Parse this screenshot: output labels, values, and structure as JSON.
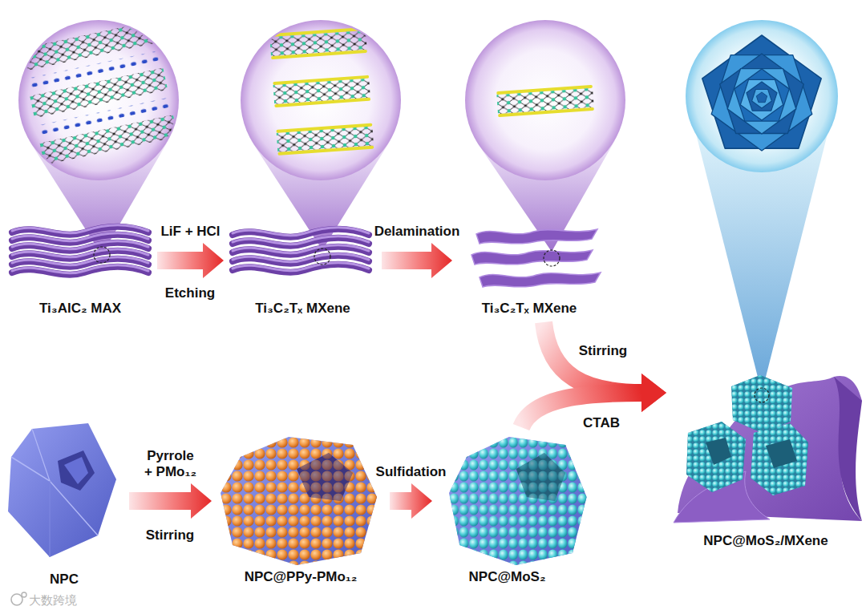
{
  "diagram": {
    "nodes": [
      {
        "text": [
          "Ti₃AlC₂ MAX"
        ]
      },
      {
        "text": [
          "Ti₃C₂Tₓ MXene"
        ]
      },
      {
        "text": [
          "Ti₃C₂Tₓ MXene"
        ]
      },
      {
        "text": [
          "NPC"
        ]
      },
      {
        "text": [
          "NPC@PPy-PMo₁₂"
        ]
      },
      {
        "text": [
          "NPC@MoS₂"
        ]
      },
      {
        "text": [
          "NPC@MoS₂/MXene"
        ]
      }
    ],
    "edges": [
      {
        "from": 0,
        "to": 1,
        "label": "LiF + HCl",
        "arrow": "to"
      },
      {
        "from": 1,
        "to": 2,
        "label": "Delamination",
        "arrow": "to"
      },
      {
        "from": 3,
        "to": 4,
        "label": "Pyrrole + PMo₁₂",
        "arrow": "to"
      },
      {
        "from": 4,
        "to": 5,
        "label": "Sulfidation",
        "arrow": "to"
      },
      {
        "from": 2,
        "to": 6,
        "arrow": "to"
      },
      {
        "from": 5,
        "to": 6,
        "arrow": "to"
      }
    ],
    "labels": [
      "Etching",
      "Stirring",
      "Stirring",
      "CTAB",
      "大数跨境"
    ]
  }
}
